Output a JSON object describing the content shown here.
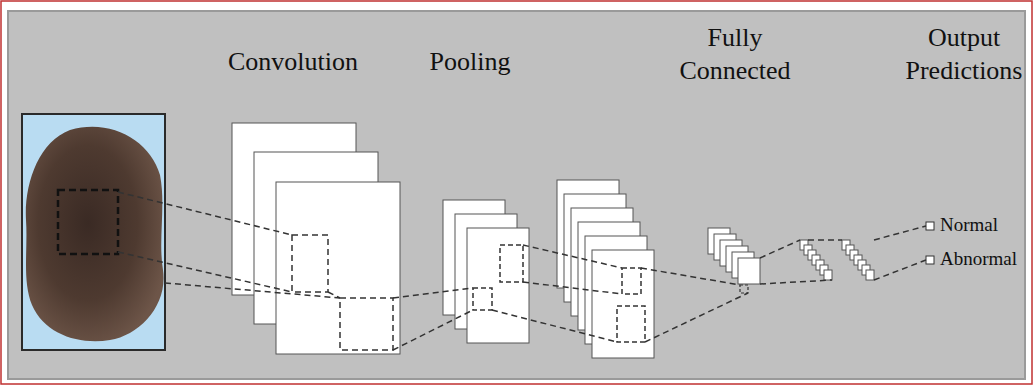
{
  "diagram": {
    "labels": [
      "Convolution",
      "Pooling",
      "Fully Connected",
      "Output Predictions",
      "Normal",
      "Abnormal"
    ]
  }
}
